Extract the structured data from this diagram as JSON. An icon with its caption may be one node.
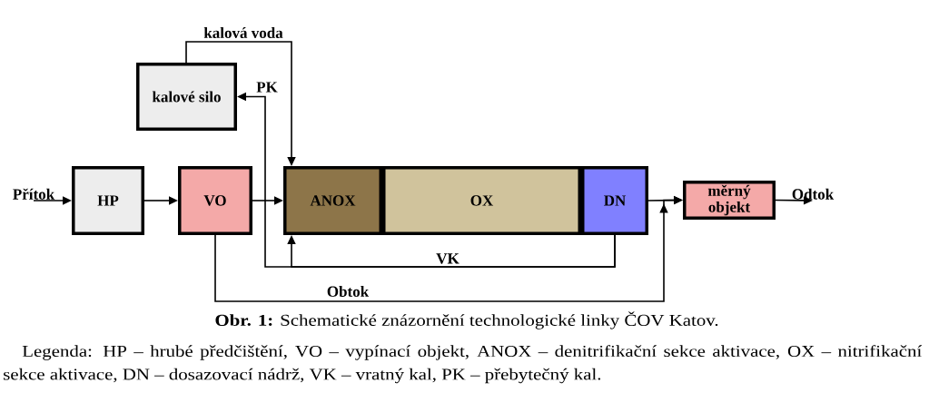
{
  "diagram": {
    "caption": "**Obr. 1:** Schematické znázornění technologické linky ČOV Katov.",
    "nodes": [
      {
        "text": [
          "Přítok"
        ]
      },
      {
        "text": [
          "kalové silo"
        ]
      },
      {
        "text": [
          "HP"
        ]
      },
      {
        "text": [
          "VO"
        ]
      },
      {
        "text": [
          "ANOX"
        ]
      },
      {
        "text": [
          "OX"
        ]
      },
      {
        "text": [
          "DN"
        ]
      },
      {
        "text": [
          "měrný objekt"
        ]
      },
      {
        "text": [
          "Odtok"
        ]
      }
    ],
    "edges": [
      {
        "from": 0,
        "to": 2,
        "arrow": "to"
      },
      {
        "from": 2,
        "to": 3,
        "arrow": "to"
      },
      {
        "from": 3,
        "to": 4,
        "arrow": "to"
      },
      {
        "from": 1,
        "to": 4,
        "arrow": "to",
        "label": "kalová voda"
      },
      {
        "from": 6,
        "to": 1,
        "arrow": "to",
        "label": "PK"
      },
      {
        "from": 6,
        "to": 4,
        "arrow": "to",
        "label": "VK"
      },
      {
        "from": 6,
        "to": 7,
        "arrow": "to"
      },
      {
        "from": 3,
        "to": 7,
        "arrow": "to",
        "label": "Obtok"
      },
      {
        "from": 7,
        "to": 8,
        "arrow": "to"
      }
    ],
    "labels": [
      "Legenda: HP – hrubé předčištění, VO – vypínací objekt, ANOX – denitrifikační sekce aktivace, OX – nitrifikační sekce aktivace, DN – dosazovací nádrž, VK – vratný kal, PK – přebytečný kal."
    ]
  }
}
